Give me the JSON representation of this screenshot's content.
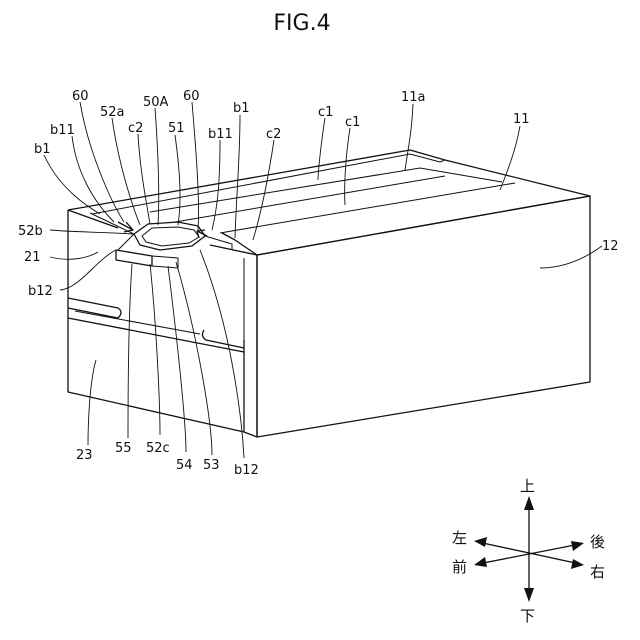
{
  "figure": {
    "title": "FIG.4"
  },
  "labels": {
    "l60a": "60",
    "l52a": "52a",
    "l50A": "50A",
    "l60b": "60",
    "lb1top": "b1",
    "l11a": "11a",
    "lc2a": "c2",
    "l51": "51",
    "lb11a": "b11",
    "lc2b": "c2",
    "lc1a": "c1",
    "lc1b": "c1",
    "l11": "11",
    "lb11b": "b11",
    "lb1left": "b1",
    "l52b": "52b",
    "l21": "21",
    "l12": "12",
    "lb12a": "b12",
    "l23": "23",
    "l55": "55",
    "l52c": "52c",
    "l54": "54",
    "l53": "53",
    "lb12b": "b12"
  },
  "directions": {
    "up": "上",
    "down": "下",
    "left": "左",
    "right": "右",
    "front": "前",
    "back": "後"
  }
}
